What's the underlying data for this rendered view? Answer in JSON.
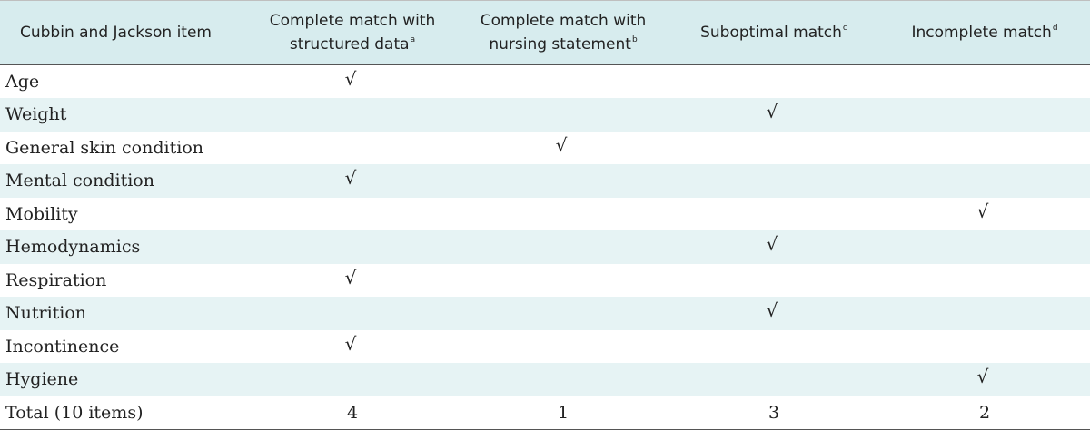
{
  "table": {
    "headers": [
      {
        "text": "Cubbin and Jackson item",
        "sup": ""
      },
      {
        "text": "Complete match with structured data",
        "line1": "Complete match with",
        "line2": "structured data",
        "sup": "a"
      },
      {
        "text": "Complete match with nursing statement",
        "line1": "Complete match with",
        "line2": "nursing statement",
        "sup": "b"
      },
      {
        "text": "Suboptimal match",
        "sup": "c"
      },
      {
        "text": "Incomplete match",
        "sup": "d"
      }
    ],
    "check_symbol": "√",
    "rows": [
      {
        "item": "Age",
        "cells": [
          "√",
          "",
          "",
          ""
        ]
      },
      {
        "item": "Weight",
        "cells": [
          "",
          "",
          "√",
          ""
        ]
      },
      {
        "item": "General skin condition",
        "cells": [
          "",
          "√",
          "",
          ""
        ]
      },
      {
        "item": "Mental condition",
        "cells": [
          "√",
          "",
          "",
          ""
        ]
      },
      {
        "item": "Mobility",
        "cells": [
          "",
          "",
          "",
          "√"
        ]
      },
      {
        "item": "Hemodynamics",
        "cells": [
          "",
          "",
          "√",
          ""
        ]
      },
      {
        "item": "Respiration",
        "cells": [
          "√",
          "",
          "",
          ""
        ]
      },
      {
        "item": "Nutrition",
        "cells": [
          "",
          "",
          "√",
          ""
        ]
      },
      {
        "item": "Incontinence",
        "cells": [
          "√",
          "",
          "",
          ""
        ]
      },
      {
        "item": "Hygiene",
        "cells": [
          "",
          "",
          "",
          "√"
        ]
      }
    ],
    "total": {
      "item": "Total (10 items)",
      "cells": [
        "4",
        "1",
        "3",
        "2"
      ]
    },
    "colors": {
      "header_bg": "#d7ecee",
      "row_shade": "#e6f3f4"
    }
  }
}
